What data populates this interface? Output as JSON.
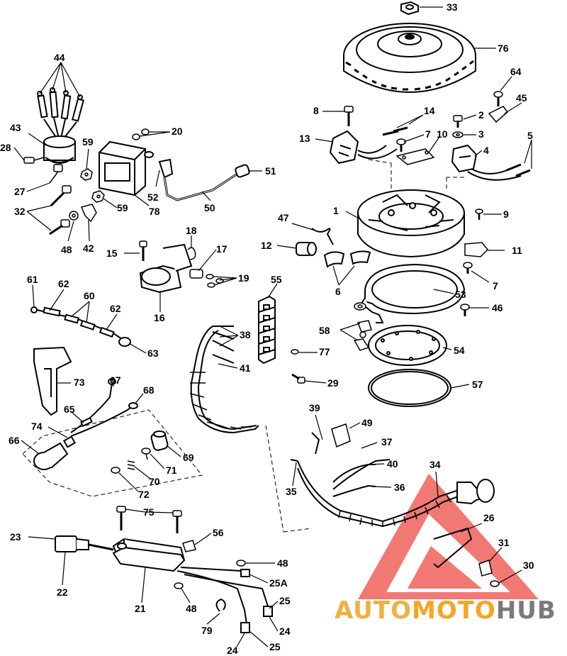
{
  "watermark": {
    "part1": "AUTO",
    "part2": "MOTO",
    "part3": "HUB",
    "color_auto": "#f0b040",
    "color_moto": "#f5a623",
    "color_hub": "#7a7a7a",
    "triangle_color": "#f0605a"
  },
  "callouts": [
    {
      "id": "c33",
      "label": "33"
    },
    {
      "id": "c76",
      "label": "76"
    },
    {
      "id": "c44",
      "label": "44"
    },
    {
      "id": "c64",
      "label": "64"
    },
    {
      "id": "c45",
      "label": "45"
    },
    {
      "id": "c8",
      "label": "8"
    },
    {
      "id": "c14",
      "label": "14"
    },
    {
      "id": "c2",
      "label": "2"
    },
    {
      "id": "c3",
      "label": "3"
    },
    {
      "id": "c43",
      "label": "43"
    },
    {
      "id": "c20",
      "label": "20"
    },
    {
      "id": "c13",
      "label": "13"
    },
    {
      "id": "c7a",
      "label": "7"
    },
    {
      "id": "c10",
      "label": "10"
    },
    {
      "id": "c5",
      "label": "5"
    },
    {
      "id": "c28",
      "label": "28"
    },
    {
      "id": "c59a",
      "label": "59"
    },
    {
      "id": "c4",
      "label": "4"
    },
    {
      "id": "c27",
      "label": "27"
    },
    {
      "id": "c51",
      "label": "51"
    },
    {
      "id": "c52",
      "label": "52"
    },
    {
      "id": "c59b",
      "label": "59"
    },
    {
      "id": "c78",
      "label": "78"
    },
    {
      "id": "c50",
      "label": "50"
    },
    {
      "id": "c1",
      "label": "1"
    },
    {
      "id": "c32",
      "label": "32"
    },
    {
      "id": "c9",
      "label": "9"
    },
    {
      "id": "c47",
      "label": "47"
    },
    {
      "id": "c18",
      "label": "18"
    },
    {
      "id": "c48a",
      "label": "48"
    },
    {
      "id": "c42",
      "label": "42"
    },
    {
      "id": "c12",
      "label": "12"
    },
    {
      "id": "c11",
      "label": "11"
    },
    {
      "id": "c15",
      "label": "15"
    },
    {
      "id": "c17",
      "label": "17"
    },
    {
      "id": "c55",
      "label": "55"
    },
    {
      "id": "c19",
      "label": "19"
    },
    {
      "id": "c61",
      "label": "61"
    },
    {
      "id": "c62a",
      "label": "62"
    },
    {
      "id": "c6",
      "label": "6"
    },
    {
      "id": "c7b",
      "label": "7"
    },
    {
      "id": "c60",
      "label": "60"
    },
    {
      "id": "c53",
      "label": "53"
    },
    {
      "id": "c16",
      "label": "16"
    },
    {
      "id": "c62b",
      "label": "62"
    },
    {
      "id": "c46",
      "label": "46"
    },
    {
      "id": "c38",
      "label": "38"
    },
    {
      "id": "c58",
      "label": "58"
    },
    {
      "id": "c63",
      "label": "63"
    },
    {
      "id": "c54",
      "label": "54"
    },
    {
      "id": "c77",
      "label": "77"
    },
    {
      "id": "c41",
      "label": "41"
    },
    {
      "id": "c73",
      "label": "73"
    },
    {
      "id": "c67",
      "label": "67"
    },
    {
      "id": "c29",
      "label": "29"
    },
    {
      "id": "c57",
      "label": "57"
    },
    {
      "id": "c68",
      "label": "68"
    },
    {
      "id": "c65",
      "label": "65"
    },
    {
      "id": "c39",
      "label": "39"
    },
    {
      "id": "c49",
      "label": "49"
    },
    {
      "id": "c74",
      "label": "74"
    },
    {
      "id": "c37",
      "label": "37"
    },
    {
      "id": "c66",
      "label": "66"
    },
    {
      "id": "c69",
      "label": "69"
    },
    {
      "id": "c40",
      "label": "40"
    },
    {
      "id": "c71",
      "label": "71"
    },
    {
      "id": "c34",
      "label": "34"
    },
    {
      "id": "c70",
      "label": "70"
    },
    {
      "id": "c35",
      "label": "35"
    },
    {
      "id": "c36",
      "label": "36"
    },
    {
      "id": "c72",
      "label": "72"
    },
    {
      "id": "c75",
      "label": "75"
    },
    {
      "id": "c26",
      "label": "26"
    },
    {
      "id": "c56",
      "label": "56"
    },
    {
      "id": "c23",
      "label": "23"
    },
    {
      "id": "c31",
      "label": "31"
    },
    {
      "id": "c48b",
      "label": "48"
    },
    {
      "id": "c30",
      "label": "30"
    },
    {
      "id": "c22",
      "label": "22"
    },
    {
      "id": "c25A",
      "label": "25A"
    },
    {
      "id": "c21",
      "label": "21"
    },
    {
      "id": "c48c",
      "label": "48"
    },
    {
      "id": "c25a",
      "label": "25"
    },
    {
      "id": "c79",
      "label": "79"
    },
    {
      "id": "c24a",
      "label": "24"
    },
    {
      "id": "c24b",
      "label": "24"
    },
    {
      "id": "c25b",
      "label": "25"
    }
  ]
}
